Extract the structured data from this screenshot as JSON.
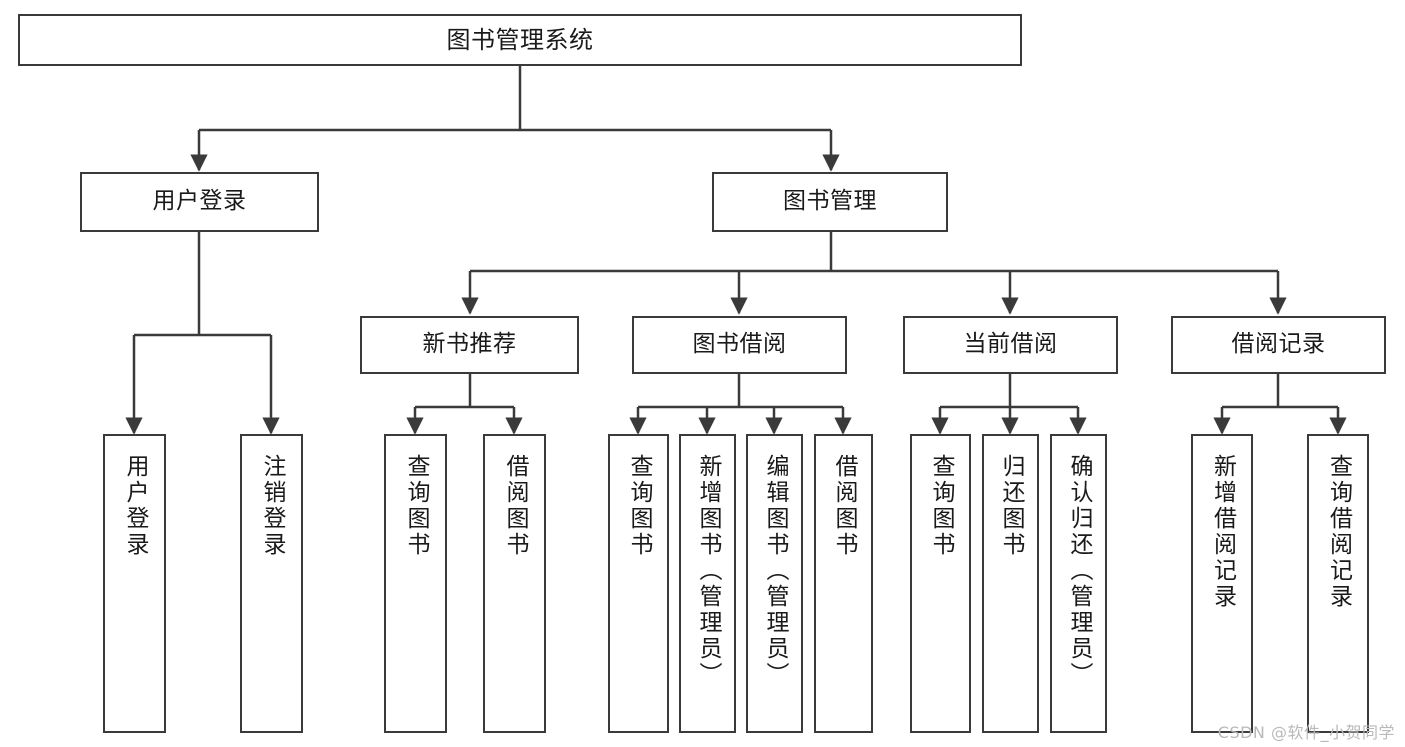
{
  "diagram": {
    "title": "图书管理系统",
    "watermark": "CSDN @软件_小贺同学",
    "stroke_color": "#3a3a3a",
    "background_color": "#ffffff",
    "nodes": {
      "root": "图书管理系统",
      "user_login": "用户登录",
      "book_manage": "图书管理",
      "new_book_rec": "新书推荐",
      "book_borrow": "图书借阅",
      "current_borrow": "当前借阅",
      "borrow_record": "借阅记录",
      "login_do": "用户登录",
      "logout_do": "注销登录",
      "rec_query_book": "查询图书",
      "rec_borrow_book": "借阅图书",
      "brw_query_book": "查询图书",
      "brw_add_book": "新增图书（管理员）",
      "brw_edit_book": "编辑图书（管理员）",
      "brw_borrow_book": "借阅图书",
      "cur_query_book": "查询图书",
      "cur_return_book": "归还图书",
      "cur_confirm_return": "确认归还（管理员）",
      "rec_add_record": "新增借阅记录",
      "rec_query_record": "查询借阅记录"
    }
  }
}
